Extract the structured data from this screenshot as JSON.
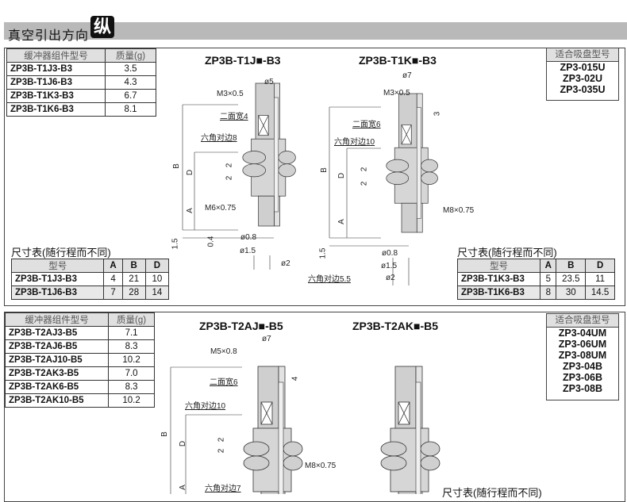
{
  "header": {
    "title": "真空引出方向",
    "badge": "纵"
  },
  "section1": {
    "mass_table": {
      "headers": [
        "缓冲器组件型号",
        "质量(g)"
      ],
      "rows": [
        [
          "ZP3B-T1J3-B3",
          "3.5"
        ],
        [
          "ZP3B-T1J6-B3",
          "4.3"
        ],
        [
          "ZP3B-T1K3-B3",
          "6.7"
        ],
        [
          "ZP3B-T1K6-B3",
          "8.1"
        ]
      ]
    },
    "suitable": {
      "header": "适合吸盘型号",
      "items": [
        "ZP3-015U",
        "ZP3-02U",
        "ZP3-035U"
      ]
    },
    "drawing_j": {
      "title": "ZP3B-T1J■-B3",
      "labels": {
        "d5": "ø5",
        "m3": "M3×0.5",
        "flat": "二面宽4",
        "hex": "六角对边8",
        "B": "B",
        "D": "D",
        "two_a": "2",
        "two_b": "2",
        "A": "A",
        "m6": "M6×0.75",
        "t15": "1.5",
        "t04": "0.4",
        "d08": "ø0.8",
        "d15": "ø1.5",
        "d2": "ø2"
      }
    },
    "drawing_k": {
      "title": "ZP3B-T1K■-B3",
      "labels": {
        "d7": "ø7",
        "m3": "M3×0.5",
        "three": "3",
        "flat": "二面宽6",
        "hex": "六角对边10",
        "B": "B",
        "D": "D",
        "two_a": "2",
        "two_b": "2",
        "m8": "M8×0.75",
        "A": "A",
        "t15": "1.5",
        "d08": "ø0.8",
        "d15": "ø1.5",
        "hex55": "六角对边5.5",
        "d2": "ø2"
      }
    },
    "dim_table_j": {
      "title": "尺寸表(随行程而不同)",
      "headers": [
        "型号",
        "A",
        "B",
        "D"
      ],
      "rows": [
        [
          "ZP3B-T1J3-B3",
          "4",
          "21",
          "10"
        ],
        [
          "ZP3B-T1J6-B3",
          "7",
          "28",
          "14"
        ]
      ]
    },
    "dim_table_k": {
      "title": "尺寸表(随行程而不同)",
      "headers": [
        "型号",
        "A",
        "B",
        "D"
      ],
      "rows": [
        [
          "ZP3B-T1K3-B3",
          "5",
          "23.5",
          "11"
        ],
        [
          "ZP3B-T1K6-B3",
          "8",
          "30",
          "14.5"
        ]
      ]
    }
  },
  "section2": {
    "mass_table": {
      "headers": [
        "缓冲器组件型号",
        "质量(g)"
      ],
      "rows": [
        [
          "ZP3B-T2AJ3-B5",
          "7.1"
        ],
        [
          "ZP3B-T2AJ6-B5",
          "8.3"
        ],
        [
          "ZP3B-T2AJ10-B5",
          "10.2"
        ],
        [
          "ZP3B-T2AK3-B5",
          "7.0"
        ],
        [
          "ZP3B-T2AK6-B5",
          "8.3"
        ],
        [
          "ZP3B-T2AK10-B5",
          "10.2"
        ]
      ]
    },
    "suitable": {
      "header": "适合吸盘型号",
      "items": [
        "ZP3-04UM",
        "ZP3-06UM",
        "ZP3-08UM",
        "ZP3-04B",
        "ZP3-06B",
        "ZP3-08B"
      ]
    },
    "drawing_j": {
      "title": "ZP3B-T2AJ■-B5",
      "labels": {
        "d7": "ø7",
        "m5": "M5×0.8",
        "four": "4",
        "flat": "二面宽6",
        "hex": "六角对边10",
        "B": "B",
        "D": "D",
        "two_a": "2",
        "two_b": "2",
        "m8": "M8×0.75",
        "hex7": "六角对边7",
        "A": "A"
      }
    },
    "drawing_k": {
      "title": "ZP3B-T2AK■-B5"
    },
    "dim_table_title": "尺寸表(随行程而不同)"
  }
}
